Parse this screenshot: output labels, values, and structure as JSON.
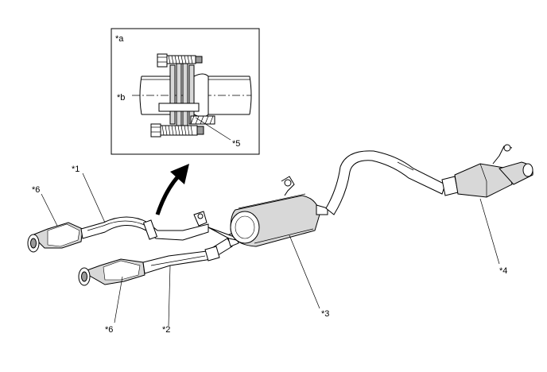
{
  "labels": {
    "inset_a": "*a",
    "inset_b": "*b",
    "part5": "*5",
    "part1": "*1",
    "part6_upper": "*6",
    "part6_lower": "*6",
    "part2": "*2",
    "part3": "*3",
    "part4": "*4"
  },
  "colors": {
    "line": "#000000",
    "shade": "#d8d8d8",
    "background": "#ffffff"
  }
}
